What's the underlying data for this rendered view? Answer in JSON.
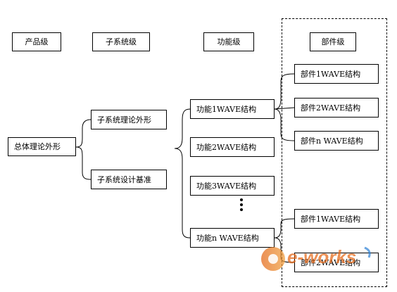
{
  "headers": {
    "product": "产品级",
    "subsystem": "子系统级",
    "function": "功能级",
    "component": "部件级"
  },
  "product_node": {
    "label": "总体理论外形"
  },
  "subsystem_nodes": [
    {
      "label": "子系统理论外形"
    },
    {
      "label": "子系统设计基准"
    }
  ],
  "function_nodes": [
    {
      "label": "功能1WAVE结构"
    },
    {
      "label": "功能2WAVE结构"
    },
    {
      "label": "功能3WAVE结构"
    },
    {
      "label": "功能n WAVE结构"
    }
  ],
  "component_nodes": [
    {
      "label": "部件1WAVE结构"
    },
    {
      "label": "部件2WAVE结构"
    },
    {
      "label": "部件n WAVE结构"
    },
    {
      "label": "部件1WAVE结构"
    },
    {
      "label": "部件2WAVE结构"
    }
  ],
  "watermark": {
    "text": "e-works",
    "color_main": "#e46a1c",
    "color_accent": "#2a7fd4"
  }
}
